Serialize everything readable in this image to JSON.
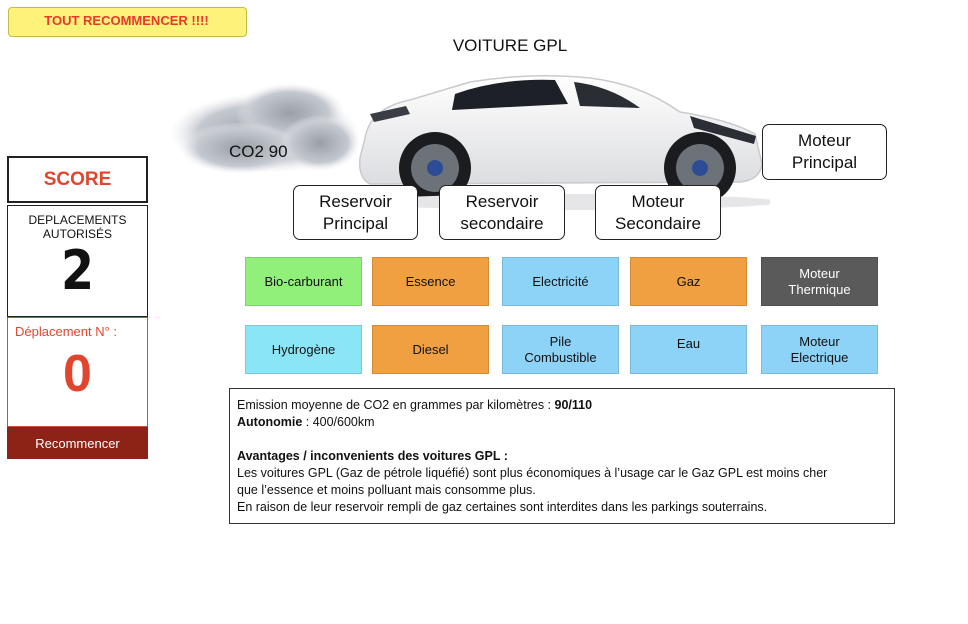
{
  "reset_all": "TOUT RECOMMENCER !!!!",
  "title": "VOITURE GPL",
  "co2_label": "CO2 90",
  "score_panel": {
    "score_label": "SCORE",
    "moves_label_line1": "DEPLACEMENTS",
    "moves_label_line2": "AUTORISÉS",
    "moves_value": "2",
    "move_label": "Déplacement N° :",
    "move_value": "0",
    "restart_label": "Recommencer"
  },
  "slots": {
    "main_engine_l1": "Moteur",
    "main_engine_l2": "Principal",
    "main_tank_l1": "Reservoir",
    "main_tank_l2": "Principal",
    "secondary_tank_l1": "Reservoir",
    "secondary_tank_l2": "secondaire",
    "secondary_engine_l1": "Moteur",
    "secondary_engine_l2": "Secondaire"
  },
  "tiles": {
    "biofuel": "Bio-carburant",
    "petrol": "Essence",
    "electricity": "Electricité",
    "gas": "Gaz",
    "thermal_l1": "Moteur",
    "thermal_l2": "Thermique",
    "hydrogen": "Hydrogène",
    "diesel": "Diesel",
    "fuelcell_l1": "Pile",
    "fuelcell_l2": "Combustible",
    "water": "Eau",
    "electric_l1": "Moteur",
    "electric_l2": "Electrique"
  },
  "colors": {
    "green": "#90f07a",
    "orange": "#f0a040",
    "blue": "#8dd3f8",
    "cyan": "#8ae6f7",
    "dark": "#5a5a5a"
  },
  "info": {
    "emission_text": "Emission moyenne de CO2 en grammes par kilomètres : ",
    "emission_value": "90/110",
    "autonomy_label": "Autonomie",
    "autonomy_value": " :  400/600km",
    "pros_cons_title": "Avantages / inconvenients des voitures GPL :",
    "line1": "Les voitures GPL (Gaz de pétrole liquéfié) sont plus économiques à l’usage car le Gaz GPL est moins cher",
    "line2": "que l’essence et moins polluant mais consomme plus.",
    "line3": "En raison de leur reservoir rempli de gaz certaines sont interdites dans les parkings souterrains."
  }
}
